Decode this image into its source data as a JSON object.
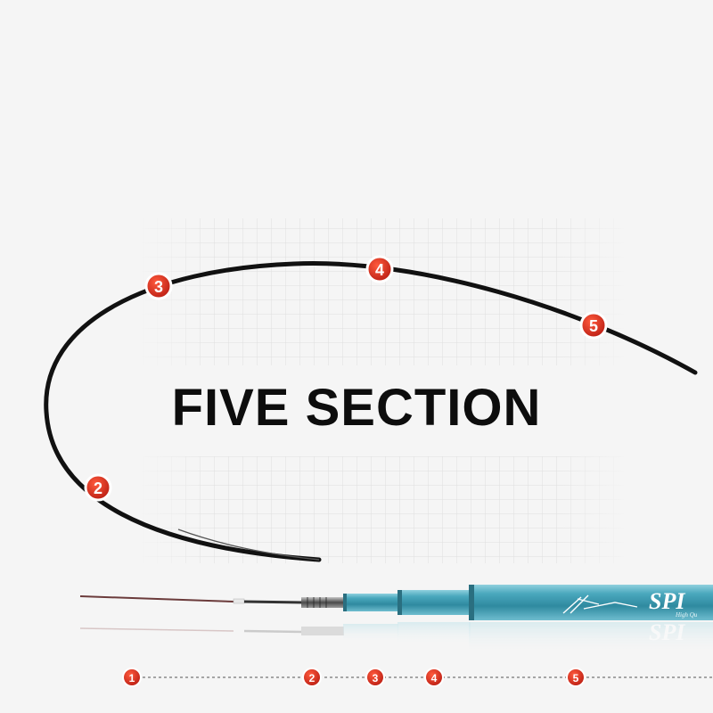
{
  "headline": "FIVE SECTION",
  "curve_markers": [
    "2",
    "3",
    "4",
    "5"
  ],
  "section_markers": [
    "1",
    "2",
    "3",
    "4",
    "5"
  ],
  "rod": {
    "brand": "SPI",
    "tagline": "High Qu"
  },
  "colors": {
    "background": "#f5f5f5",
    "badge": "#d62b1e",
    "rod_teal": "#3f9fb4",
    "curve": "#111111"
  }
}
